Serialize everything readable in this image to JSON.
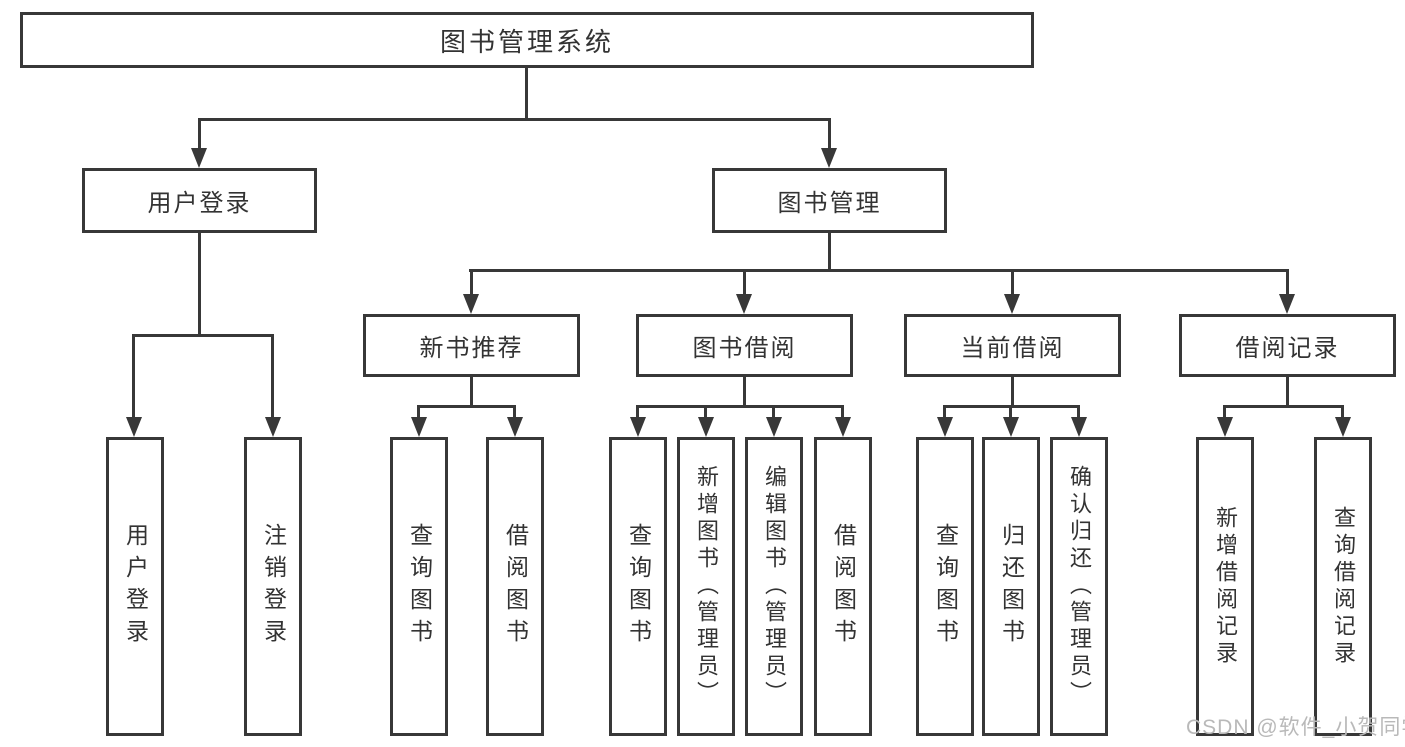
{
  "colors": {
    "line": "#383838",
    "text": "#333333",
    "background": "#ffffff",
    "watermark": "#b9b9b9"
  },
  "watermark": {
    "text": "CSDN @软件_小贺同学"
  },
  "tree": {
    "root": {
      "label": "图书管理系统"
    },
    "level2": [
      {
        "label": "用户登录"
      },
      {
        "label": "图书管理"
      }
    ],
    "level3": [
      {
        "label": "新书推荐"
      },
      {
        "label": "图书借阅"
      },
      {
        "label": "当前借阅"
      },
      {
        "label": "借阅记录"
      }
    ],
    "leaves": {
      "user_login": [
        {
          "label": "用户登录"
        },
        {
          "label": "注销登录"
        }
      ],
      "new_book": [
        {
          "label": "查询图书"
        },
        {
          "label": "借阅图书"
        }
      ],
      "book_borrow": [
        {
          "label": "查询图书"
        },
        {
          "label": "新增图书（管理员）"
        },
        {
          "label": "编辑图书（管理员）"
        },
        {
          "label": "借阅图书"
        }
      ],
      "current_borrow": [
        {
          "label": "查询图书"
        },
        {
          "label": "归还图书"
        },
        {
          "label": "确认归还（管理员）"
        }
      ],
      "records": [
        {
          "label": "新增借阅记录"
        },
        {
          "label": "查询借阅记录"
        }
      ]
    }
  }
}
